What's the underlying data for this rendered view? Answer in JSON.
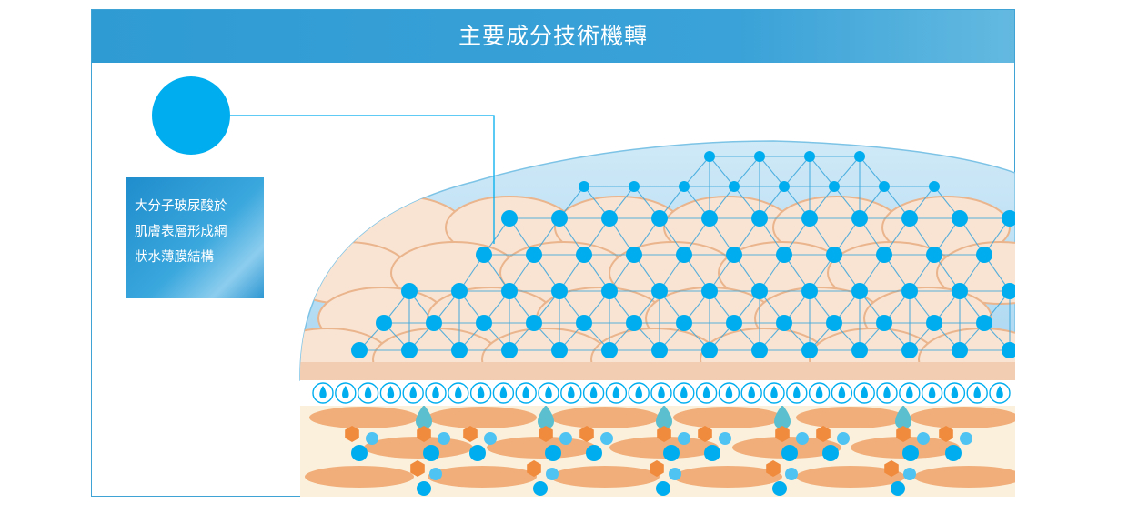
{
  "header": {
    "title": "主要成分技術機轉"
  },
  "callout": {
    "lines": [
      "大分子玻尿酸於",
      "肌膚表層形成網",
      "狀水薄膜結構"
    ]
  },
  "colors": {
    "header_blue": "#2f9bd3",
    "molecule_blue": "#00aeef",
    "film_blue": "#bfe3f5",
    "skin_peach": "#f5c6a4",
    "cell_orange": "#f1ae7a",
    "hexagon_orange": "#f08a3c",
    "droplet_teal": "#5bbfcf"
  },
  "icons": [
    "hyaluronic-acid-molecule-icon",
    "water-droplet-icon",
    "hexagon-molecule-icon"
  ]
}
